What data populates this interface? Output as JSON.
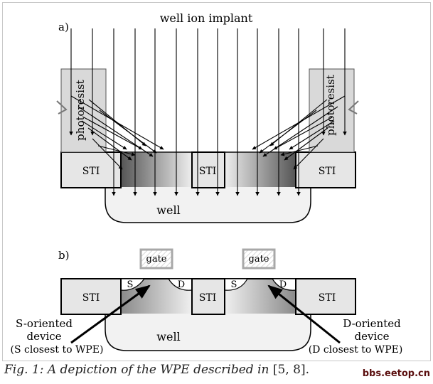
{
  "panel_a": {
    "label": "a)",
    "title": "well ion implant",
    "photoresist": "photoresist",
    "sti": "STI",
    "well": "well"
  },
  "panel_b": {
    "label": "b)",
    "gate": "gate",
    "sti": "STI",
    "s": "S",
    "d": "D",
    "well": "well",
    "left_note": [
      "S-oriented",
      "device",
      "(S closest to WPE)"
    ],
    "right_note": [
      "D-oriented",
      "device",
      "(D closest to WPE)"
    ]
  },
  "caption": {
    "text": "Fig. 1: A depiction of the WPE described in ",
    "ref": "[5, 8]",
    "end": "."
  },
  "watermark": "bbs.eetop.cn",
  "colors": {
    "border": "#c8c8c8",
    "resist": "#d9d9d9",
    "sti": "#e6e6e6",
    "well": "#f2f2f2",
    "gate_border": "#a8a8a8"
  }
}
